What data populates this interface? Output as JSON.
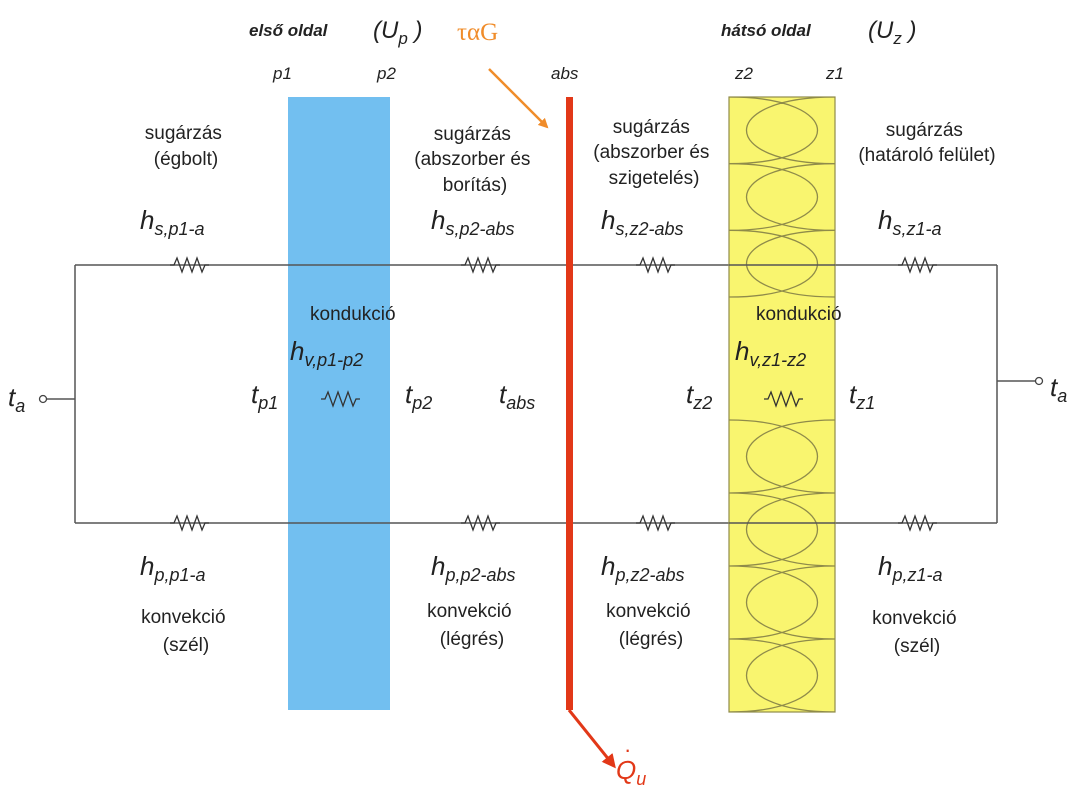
{
  "colors": {
    "glass": "#72bff0",
    "insulation": "#f9f56f",
    "insulation_line": "#8f8b4a",
    "absorber": "#e23818",
    "solar_arrow": "#f08c2a",
    "heat_arrow": "#e23818"
  },
  "header": {
    "front_title": "első oldal",
    "front_U": "U",
    "front_U_sub": "p",
    "back_title": "hátsó oldal",
    "back_U": "U",
    "back_U_sub": "z",
    "solar": "ταG"
  },
  "columns": {
    "p1": "p1",
    "p2": "p2",
    "abs": "abs",
    "z2": "z2",
    "z1": "z1"
  },
  "radiation": {
    "sky": [
      "sugárzás",
      "(égbolt)"
    ],
    "cover": [
      "sugárzás",
      "(abszorber és",
      "borítás)"
    ],
    "insul": [
      "sugárzás",
      "(abszorber és",
      "szigetelés)"
    ],
    "bound": [
      "sugárzás",
      "(határoló felület)"
    ]
  },
  "coeffs": {
    "hs_p1a": {
      "base": "h",
      "sub": "s,p1-a"
    },
    "hs_p2abs": {
      "base": "h",
      "sub": "s,p2-abs"
    },
    "hs_z2abs": {
      "base": "h",
      "sub": "s,z2-abs"
    },
    "hs_z1a": {
      "base": "h",
      "sub": "s,z1-a"
    },
    "hv_p1p2": {
      "base": "h",
      "sub": "v,p1-p2"
    },
    "hv_z1z2": {
      "base": "h",
      "sub": "v,z1-z2"
    },
    "hp_p1a": {
      "base": "h",
      "sub": "p,p1-a"
    },
    "hp_p2abs": {
      "base": "h",
      "sub": "p,p2-abs"
    },
    "hp_z2abs": {
      "base": "h",
      "sub": "p,z2-abs"
    },
    "hp_z1a": {
      "base": "h",
      "sub": "p,z1-a"
    }
  },
  "conduction": {
    "left": "kondukció",
    "right": "kondukció"
  },
  "temps": {
    "ta_left": {
      "base": "t",
      "sub": "a"
    },
    "ta_right": {
      "base": "t",
      "sub": "a"
    },
    "tp1": {
      "base": "t",
      "sub": "p1"
    },
    "tp2": {
      "base": "t",
      "sub": "p2"
    },
    "tabs": {
      "base": "t",
      "sub": "abs"
    },
    "tz2": {
      "base": "t",
      "sub": "z2"
    },
    "tz1": {
      "base": "t",
      "sub": "z1"
    }
  },
  "convection": {
    "wind_left": [
      "konvekció",
      "(szél)"
    ],
    "air_cover": [
      "konvekció",
      "(légrés)"
    ],
    "air_insul": [
      "konvekció",
      "(légrés)"
    ],
    "wind_right": [
      "konvekció",
      "(szél)"
    ]
  },
  "output": {
    "base": "Q",
    "sub": "u"
  }
}
